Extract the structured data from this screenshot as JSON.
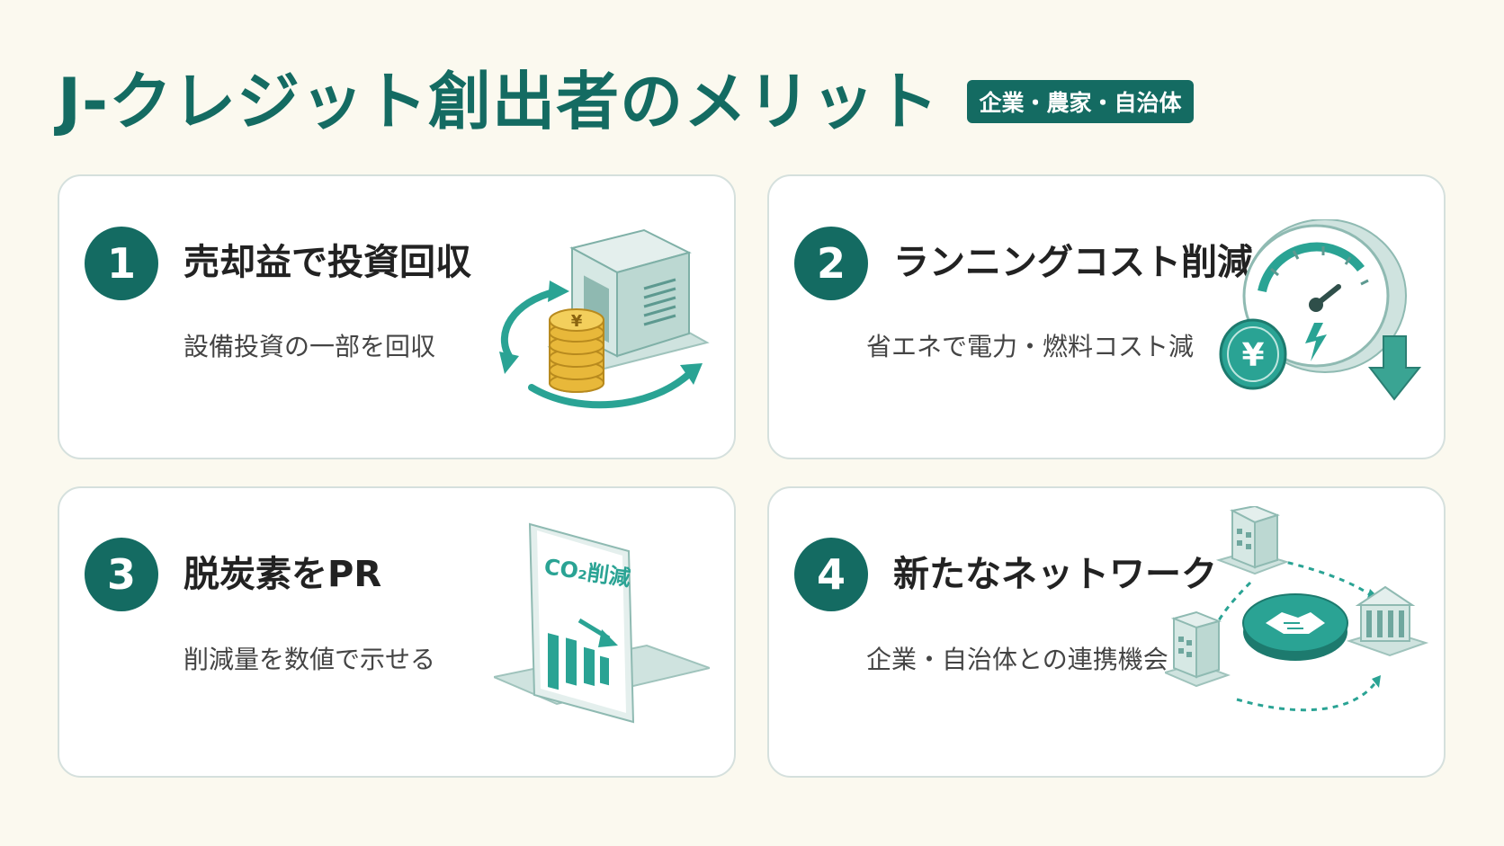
{
  "header": {
    "title": "J-クレジット創出者のメリット",
    "tag": "企業・農家・自治体"
  },
  "cards": [
    {
      "number": "1",
      "title": "売却益で投資回収",
      "description": "設備投資の一部を回収",
      "icon": "equipment-coins-cycle-icon"
    },
    {
      "number": "2",
      "title": "ランニングコスト削減",
      "description": "省エネで電力・燃料コスト減",
      "icon": "gauge-yen-down-icon"
    },
    {
      "number": "3",
      "title": "脱炭素をPR",
      "description": "削減量を数値で示せる",
      "icon": "co2-reduction-board-icon",
      "board_label": "CO₂削減"
    },
    {
      "number": "4",
      "title": "新たなネットワーク",
      "description": "企業・自治体との連携機会",
      "icon": "handshake-network-icon"
    }
  ],
  "colors": {
    "background": "#fbf9ef",
    "accent": "#146b62",
    "teal": "#2aa394",
    "coin": "#e8b83a",
    "card_border": "#d5e0dd"
  }
}
